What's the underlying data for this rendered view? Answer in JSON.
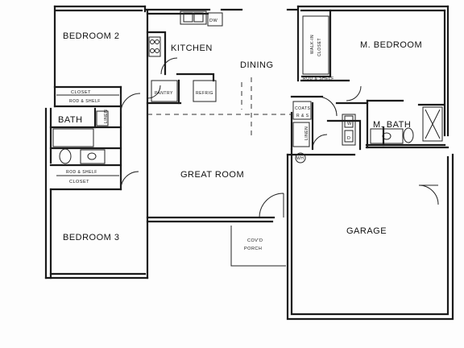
{
  "rooms": {
    "bedroom2": "BEDROOM 2",
    "kitchen": "KITCHEN",
    "dining": "DINING",
    "master_bedroom": "M. BEDROOM",
    "bath": "BATH",
    "master_bath": "M. BATH",
    "great_room": "GREAT ROOM",
    "bedroom3": "BEDROOM 3",
    "covered_porch_line1": "COV'D",
    "covered_porch_line2": "PORCH",
    "garage": "GARAGE"
  },
  "labels": {
    "closet_upper": "CLOSET",
    "closet_upper_note": "ROD & SHELF",
    "closet_lower": "CLOSET",
    "closet_lower_note": "ROD & SHELF",
    "walk_in_line1": "WALK-IN",
    "walk_in_line2": "CLOSET",
    "master_closet_note": "ROD & SHELF",
    "pantry": "PANTRY",
    "refrig": "REFRIG",
    "dishwasher": "DW",
    "linen_left": "LINEN",
    "linen_right": "LINEN",
    "coats_line1": "COATS",
    "coats_line2": "R & S",
    "washer": "W",
    "dryer": "D",
    "water_heater": "WH"
  }
}
